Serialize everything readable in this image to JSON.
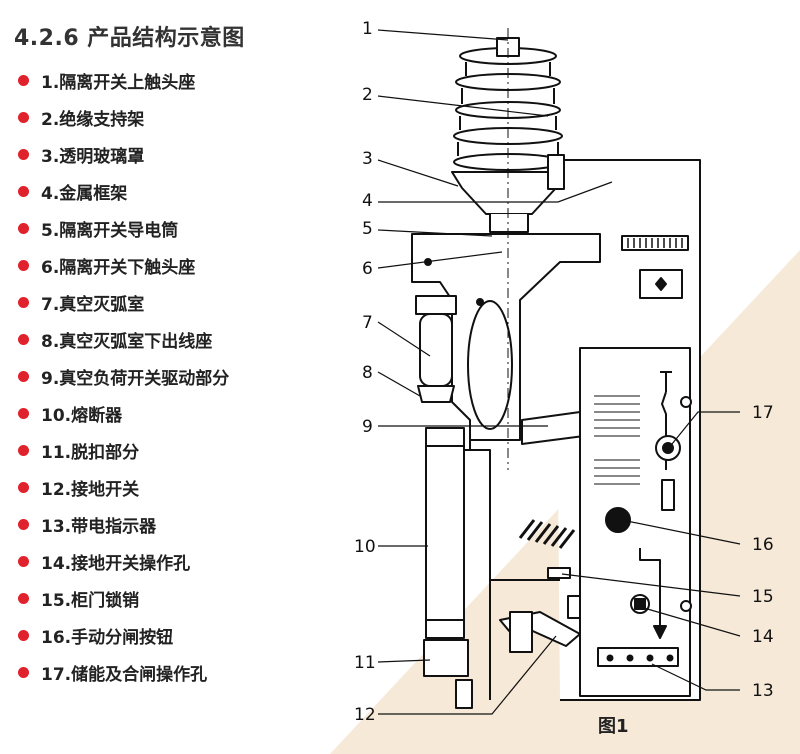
{
  "title": "4.2.6 产品结构示意图",
  "legend": [
    "1.隔离开关上触头座",
    "2.绝缘支持架",
    "3.透明玻璃罩",
    "4.金属框架",
    "5.隔离开关导电筒",
    "6.隔离开关下触头座",
    "7.真空灭弧室",
    "8.真空灭弧室下出线座",
    "9.真空负荷开关驱动部分",
    "10.熔断器",
    "11.脱扣部分",
    "12.接地开关",
    "13.带电指示器",
    "14.接地开关操作孔",
    "15.柜门锁销",
    "16.手动分闸按钮",
    "17.储能及合闸操作孔"
  ],
  "callouts": [
    "1",
    "2",
    "3",
    "4",
    "5",
    "6",
    "7",
    "8",
    "9",
    "10",
    "11",
    "12",
    "13",
    "14",
    "15",
    "16",
    "17"
  ],
  "caption": "图1",
  "colors": {
    "accent": "#e0222c",
    "background_tint": "#f6e9d8",
    "line": "#111111"
  }
}
